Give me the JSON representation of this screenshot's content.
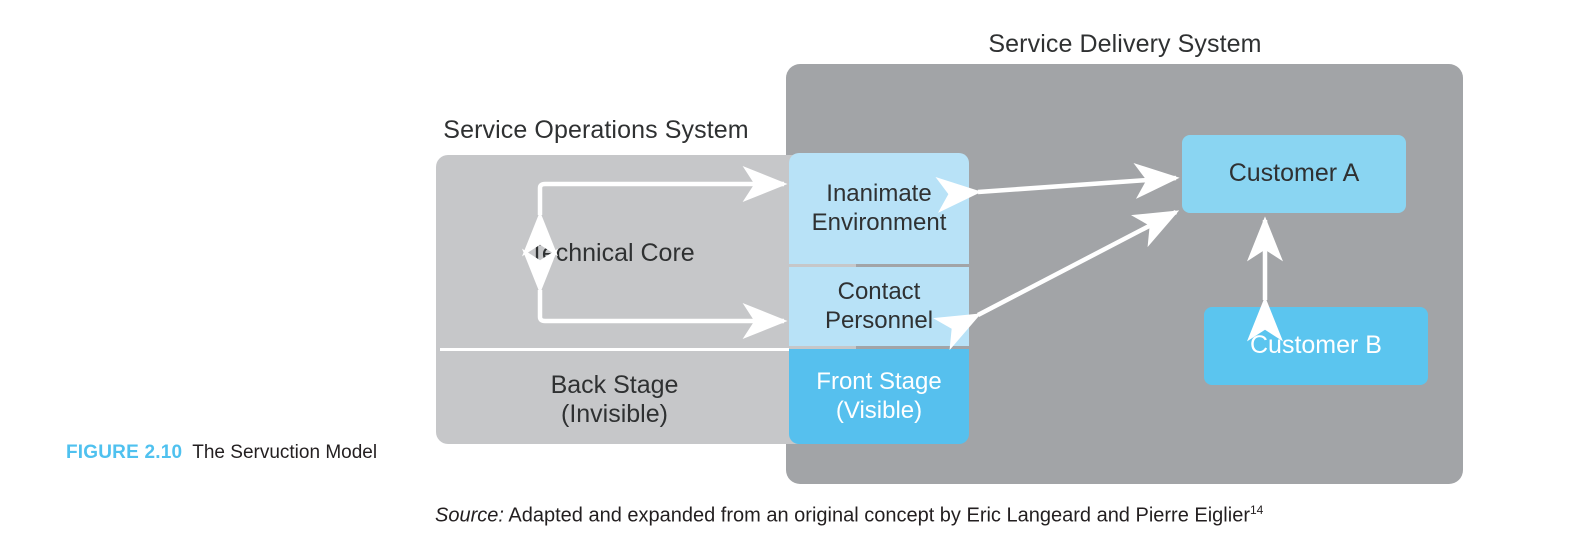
{
  "titles": {
    "delivery_system": "Service Delivery System",
    "operations_system": "Service Operations System"
  },
  "boxes": {
    "technical_core": "Technical Core",
    "back_stage_line1": "Back Stage",
    "back_stage_line2": "(Invisible)",
    "inanimate_line1": "Inanimate",
    "inanimate_line2": "Environment",
    "contact_line1": "Contact",
    "contact_line2": "Personnel",
    "front_stage_line1": "Front Stage",
    "front_stage_line2": "(Visible)",
    "customer_a": "Customer A",
    "customer_b": "Customer B"
  },
  "caption": {
    "figure_number": "FIGURE 2.10",
    "figure_title": "The Servuction Model"
  },
  "source": {
    "label": "Source:",
    "text": "Adapted and expanded from an original concept by Eric Langeard and Pierre Eiglier",
    "footnote": "14"
  },
  "colors": {
    "delivery_panel": "#a2a4a7",
    "operations_panel": "#c6c7c9",
    "light_blue": "#b8e2f7",
    "front_stage_blue": "#56c0ee",
    "customer_a_blue": "#8ad5f2",
    "customer_b_blue": "#5bc5ef",
    "accent": "#4fc1ef",
    "arrow": "#ffffff",
    "text_dark": "#2f3132"
  },
  "arrows": [
    {
      "name": "technical-core-to-inanimate",
      "style": "elbow",
      "direction": "bidirectional"
    },
    {
      "name": "technical-core-to-contact-personnel",
      "style": "elbow",
      "direction": "bidirectional"
    },
    {
      "name": "inanimate-to-customer-a",
      "style": "straight",
      "direction": "bidirectional"
    },
    {
      "name": "contact-personnel-to-customer-a",
      "style": "diagonal",
      "direction": "bidirectional"
    },
    {
      "name": "customer-a-to-customer-b",
      "style": "vertical",
      "direction": "bidirectional"
    }
  ]
}
